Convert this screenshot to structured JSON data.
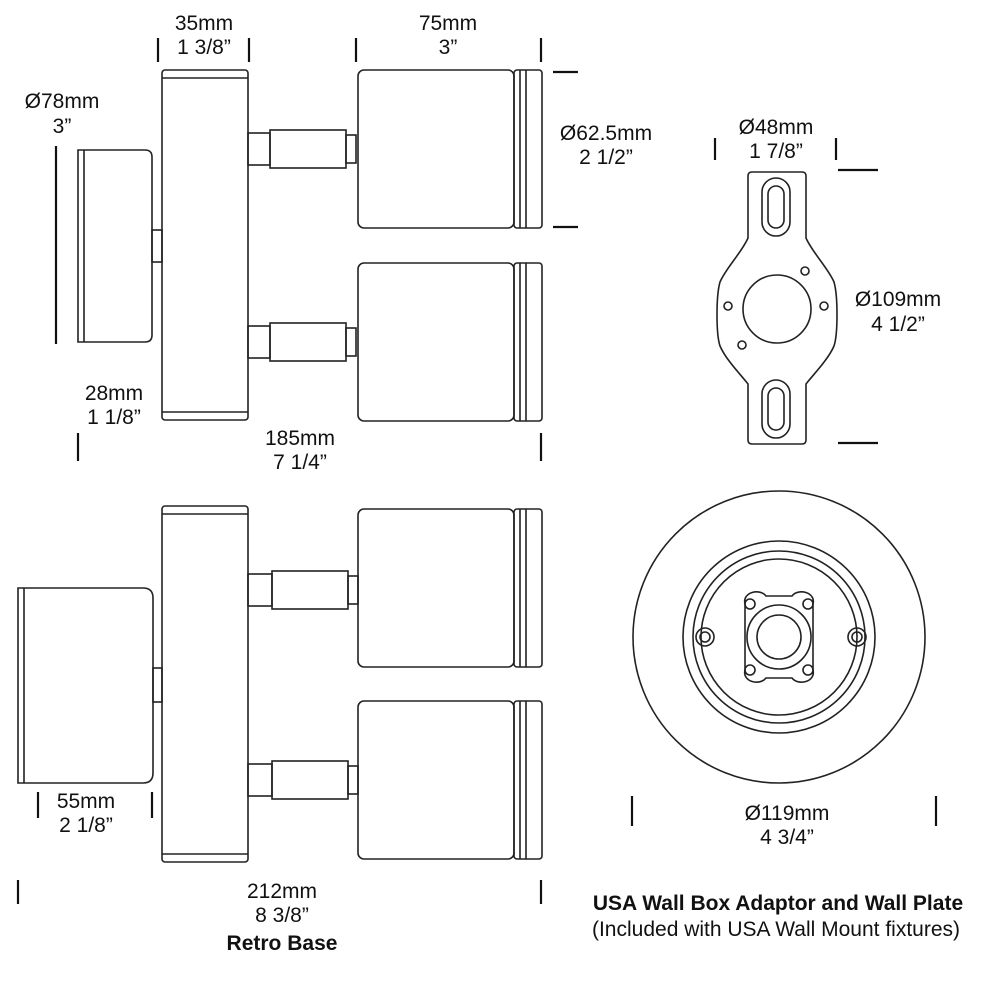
{
  "top_view": {
    "base_width": {
      "mm": "35mm",
      "in": "1 3/8”"
    },
    "head_length": {
      "mm": "75mm",
      "in": "3”"
    },
    "base_diameter": {
      "mm": "Ø78mm",
      "in": "3”"
    },
    "head_diameter": {
      "mm": "Ø62.5mm",
      "in": "2 1/2”"
    },
    "base_depth": {
      "mm": "28mm",
      "in": "1 1/8”"
    },
    "overall_length": {
      "mm": "185mm",
      "in": "7 1/4”"
    }
  },
  "wall_box_adaptor": {
    "slot_width": {
      "mm": "Ø48mm",
      "in": "1 7/8”"
    },
    "diameter": {
      "mm": "Ø109mm",
      "in": "4 1/2”"
    }
  },
  "retro_view": {
    "base_depth": {
      "mm": "55mm",
      "in": "2 1/8”"
    },
    "overall_length": {
      "mm": "212mm",
      "in": "8 3/8”"
    },
    "caption": "Retro Base"
  },
  "wall_plate": {
    "diameter": {
      "mm": "Ø119mm",
      "in": "4 3/4”"
    },
    "caption": "USA Wall Box Adaptor and Wall Plate",
    "subcaption": "(Included with USA Wall Mount fixtures)"
  }
}
